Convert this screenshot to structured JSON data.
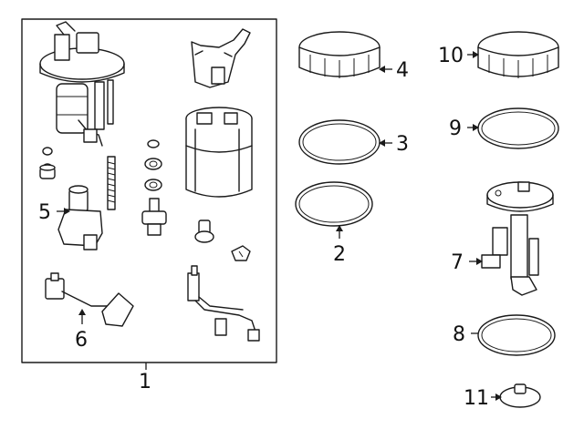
{
  "diagram": {
    "callouts": {
      "c1": "1",
      "c2": "2",
      "c3": "3",
      "c4": "4",
      "c5": "5",
      "c6": "6",
      "c7": "7",
      "c8": "8",
      "c9": "9",
      "c10": "10",
      "c11": "11"
    }
  }
}
